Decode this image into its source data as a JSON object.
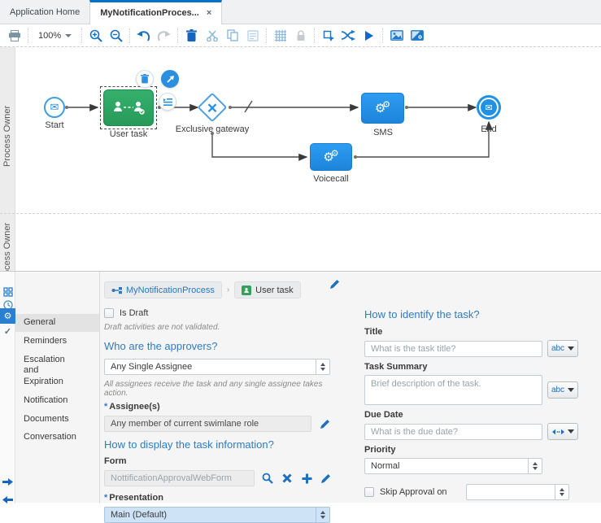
{
  "window": {
    "tabs": [
      {
        "label": "Application Home"
      },
      {
        "label": "MyNotificationProces...",
        "close": "×"
      }
    ]
  },
  "toolbar": {
    "zoom": "100%"
  },
  "canvas": {
    "lanes": {
      "lane1": "Process Owner",
      "lane2": "Process Owner"
    },
    "nodes": {
      "start": "Start",
      "user_task": "User task",
      "gateway": "Exclusive gateway",
      "sms": "SMS",
      "voicecall": "Voicecall",
      "end": "End"
    }
  },
  "panel": {
    "breadcrumb": {
      "process": "MyNotificationProcess",
      "separator": "›",
      "activity": "User task"
    },
    "menu": [
      {
        "label": "General"
      },
      {
        "label": "Reminders"
      },
      {
        "label": "Escalation and Expiration"
      },
      {
        "label": "Notification"
      },
      {
        "label": "Documents"
      },
      {
        "label": "Conversation"
      }
    ],
    "general": {
      "is_draft": "Is Draft",
      "draft_hint": "Draft activities are not validated.",
      "approvers_heading": "Who are the approvers?",
      "approvers_value": "Any Single Assignee",
      "approvers_hint": "All assignees receive the task and any single assignee takes action.",
      "required_mark": "*",
      "assignees_label": "Assignee(s)",
      "assignees_value": "Any member of current swimlane role",
      "display_heading": "How to display the task information?",
      "form_label": "Form",
      "form_value": "NottificationApprovalWebForm",
      "presentation_label": "Presentation",
      "presentation_value": "Main (Default)",
      "identify_heading": "How to identify the task?",
      "title_label": "Title",
      "title_placeholder": "What is the task title?",
      "summary_label": "Task Summary",
      "summary_placeholder": "Brief description of the task.",
      "due_label": "Due Date",
      "due_placeholder": "What is the due date?",
      "priority_label": "Priority",
      "priority_value": "Normal",
      "skip_label": "Skip Approval on",
      "abc": "abc"
    }
  },
  "colors": {
    "accent": "#0572ce",
    "task_green": "#2ea563",
    "node_blue": "#2191e5"
  }
}
